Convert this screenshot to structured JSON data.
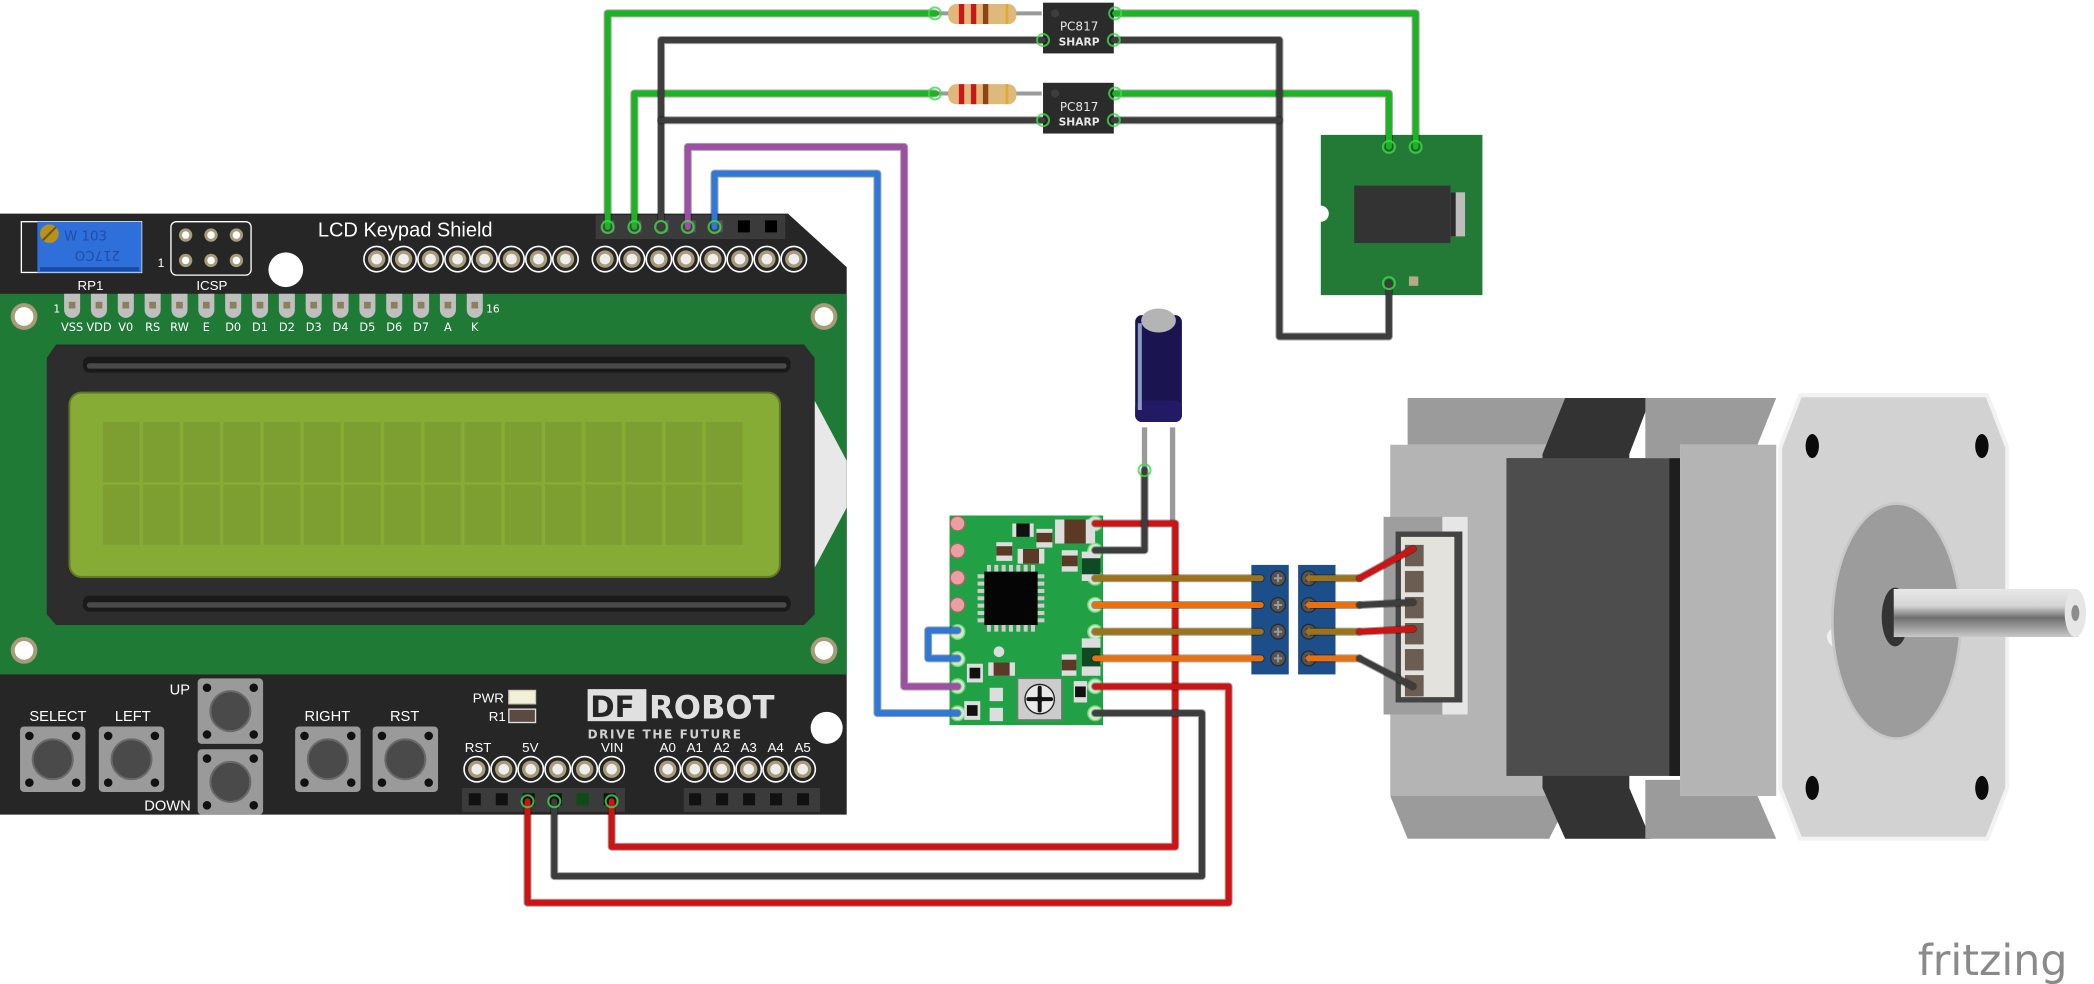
{
  "app": {
    "name": "fritzing",
    "view": "breadboard"
  },
  "lcd_shield": {
    "title": "LCD Keypad Shield",
    "pot_label": "RP1",
    "pot_marking_top": "W   103",
    "pot_marking_bottom": "217CO",
    "icsp_label": "ICSP",
    "icsp_pin1": "1",
    "lcd_pin_first": "1",
    "lcd_pin_last": "16",
    "lcd_pins": [
      "VSS",
      "VDD",
      "V0",
      "RS",
      "RW",
      "E",
      "D0",
      "D1",
      "D2",
      "D3",
      "D4",
      "D5",
      "D6",
      "D7",
      "A",
      "K"
    ],
    "lcd_rows": 2,
    "lcd_cols": 16,
    "buttons": [
      {
        "id": "select",
        "label": "SELECT"
      },
      {
        "id": "left",
        "label": "LEFT"
      },
      {
        "id": "up",
        "label": "UP"
      },
      {
        "id": "down",
        "label": "DOWN"
      },
      {
        "id": "right",
        "label": "RIGHT"
      },
      {
        "id": "rst",
        "label": "RST"
      }
    ],
    "pwr_label": "PWR",
    "r1_label": "R1",
    "brand_left": "DF",
    "brand_right": "ROBOT",
    "brand_tagline": "DRIVE THE FUTURE",
    "power_header_labels": [
      "RST",
      "5V",
      "VIN"
    ],
    "analog_header_labels": [
      "A0",
      "A1",
      "A2",
      "A3",
      "A4",
      "A5"
    ]
  },
  "optocouplers": [
    {
      "part": "PC817",
      "brand": "SHARP"
    },
    {
      "part": "PC817",
      "brand": "SHARP"
    }
  ],
  "resistors": [
    {
      "bands": [
        "#c8161b",
        "#c8161b",
        "#8b4513",
        "#d4af37"
      ]
    },
    {
      "bands": [
        "#c8161b",
        "#c8161b",
        "#8b4513",
        "#d4af37"
      ]
    }
  ],
  "components": {
    "stepper_driver": "A4988 stepper driver",
    "capacitor": "electrolytic capacitor",
    "audio_jack": "audio jack breakout",
    "terminal_blocks": "screw terminal blocks",
    "motor": "stepper motor"
  },
  "wire_colors": {
    "green": "#1db424",
    "black": "#3d3d3d",
    "red": "#cc1414",
    "purple": "#9e4fa3",
    "blue": "#2f78d6",
    "brown": "#9c7317",
    "orange": "#e8700f"
  },
  "watermark": "fritzing"
}
